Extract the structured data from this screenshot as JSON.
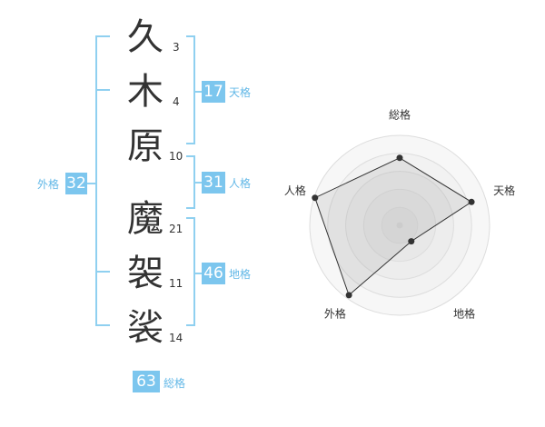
{
  "name": {
    "chars": [
      {
        "char": "久",
        "strokes": "3"
      },
      {
        "char": "木",
        "strokes": "4"
      },
      {
        "char": "原",
        "strokes": "10"
      },
      {
        "char": "魔",
        "strokes": "21"
      },
      {
        "char": "袈",
        "strokes": "11"
      },
      {
        "char": "裟",
        "strokes": "14"
      }
    ]
  },
  "fortune": {
    "tenkaku": {
      "value": "17",
      "label": "天格"
    },
    "jinkaku": {
      "value": "31",
      "label": "人格"
    },
    "chikaku": {
      "value": "46",
      "label": "地格"
    },
    "gaikaku": {
      "value": "32",
      "label": "外格"
    },
    "soukaku": {
      "value": "63",
      "label": "総格"
    }
  },
  "colors": {
    "accent": "#7cc6ee",
    "label": "#63b8e7",
    "bracket": "#8fd0f0"
  },
  "chart_data": {
    "type": "radar",
    "axes": [
      "総格",
      "天格",
      "地格",
      "外格",
      "人格"
    ],
    "values": [
      0.75,
      0.84,
      0.22,
      0.96,
      0.99
    ],
    "rings": 5,
    "range": [
      0,
      1
    ]
  }
}
